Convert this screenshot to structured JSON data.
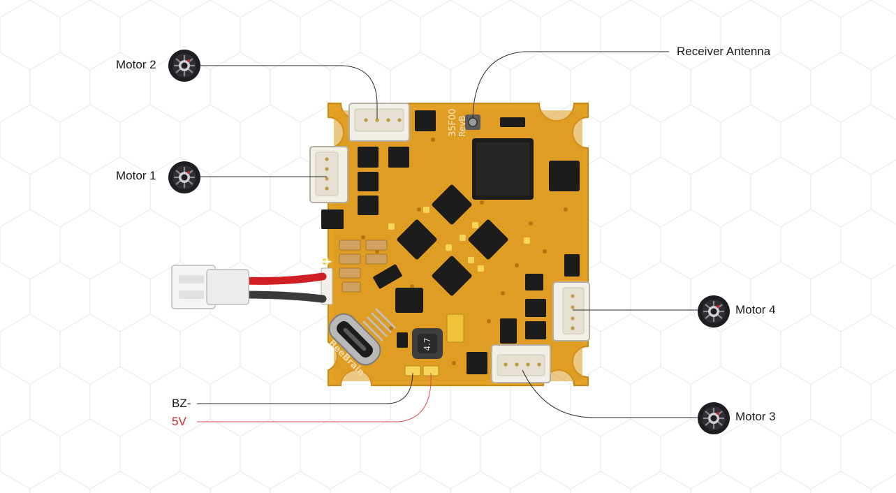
{
  "labels": {
    "motor1": "Motor 1",
    "motor2": "Motor 2",
    "motor3": "Motor 3",
    "motor4": "Motor 4",
    "antenna": "Receiver Antenna",
    "bz": "BZ-",
    "v5": "5V"
  },
  "board_marks": {
    "model": "35F00",
    "rev": "RevB",
    "brand": "BeeBrain",
    "inductor": "4.7",
    "plus": "+"
  },
  "colors": {
    "pcb": "#e3a126",
    "pcb_dark": "#c98614",
    "chip": "#1c1c1c",
    "connector": "#f2efe8",
    "leader_line": "#2a2a2a",
    "leader_5v": "#d9474f",
    "wire_red": "#d01f24",
    "wire_black": "#3a3a3a"
  }
}
